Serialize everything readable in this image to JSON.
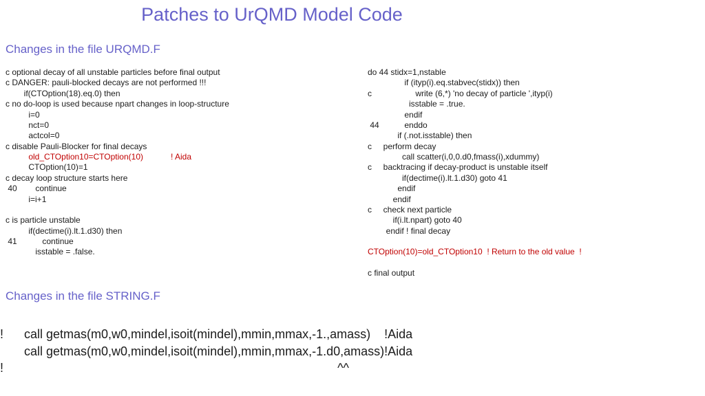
{
  "colors": {
    "accent": "#6661c9",
    "code_text": "#1b1b1b",
    "highlight_red": "#c00000",
    "background": "#ffffff"
  },
  "title": "Patches to UrQMD Model Code",
  "section_urqmd": {
    "heading": "Changes in the file URQMD.F"
  },
  "section_string": {
    "heading": "Changes in the file STRING.F"
  },
  "code_left": [
    {
      "t": "c optional decay of all unstable particles before final output"
    },
    {
      "t": "c DANGER: pauli-blocked decays are not performed !!!"
    },
    {
      "t": "        if(CTOption(18).eq.0) then"
    },
    {
      "t": "c no do-loop is used because npart changes in loop-structure"
    },
    {
      "t": "          i=0"
    },
    {
      "t": "          nct=0"
    },
    {
      "t": "          actcol=0"
    },
    {
      "t": "c disable Pauli-Blocker for final decays"
    },
    {
      "t": "          old_CTOption10=CTOption(10)            ! Aida",
      "red": true
    },
    {
      "t": "          CTOption(10)=1"
    },
    {
      "t": "c decay loop structure starts here"
    },
    {
      "t": " 40        continue"
    },
    {
      "t": "          i=i+1"
    },
    {
      "t": ""
    },
    {
      "t": "c is particle unstable"
    },
    {
      "t": "          if(dectime(i).lt.1.d30) then"
    },
    {
      "t": " 41           continue"
    },
    {
      "t": "             isstable = .false."
    }
  ],
  "code_right": [
    {
      "t": "do 44 stidx=1,nstable"
    },
    {
      "t": "                if (ityp(i).eq.stabvec(stidx)) then"
    },
    {
      "t": "c                   write (6,*) 'no decay of particle ',ityp(i)"
    },
    {
      "t": "                  isstable = .true."
    },
    {
      "t": "                endif"
    },
    {
      "t": " 44           enddo"
    },
    {
      "t": "             if (.not.isstable) then"
    },
    {
      "t": "c     perform decay"
    },
    {
      "t": "               call scatter(i,0,0.d0,fmass(i),xdummy)"
    },
    {
      "t": "c     backtracing if decay-product is unstable itself"
    },
    {
      "t": "               if(dectime(i).lt.1.d30) goto 41"
    },
    {
      "t": "             endif"
    },
    {
      "t": "           endif"
    },
    {
      "t": "c     check next particle"
    },
    {
      "t": "           if(i.lt.npart) goto 40"
    },
    {
      "t": "        endif ! final decay"
    },
    {
      "t": ""
    },
    {
      "t": "CTOption(10)=old_CTOption10  ! Return to the old value  !",
      "red": true
    },
    {
      "t": ""
    },
    {
      "t": "c final output"
    }
  ],
  "string_code": [
    {
      "t": "!      call getmas(m0,w0,mindel,isoit(mindel),mmin,mmax,-1.,amass)    !Aida"
    },
    {
      "t": "       call getmas(m0,w0,mindel,isoit(mindel),mmin,mmax,-1.d0,amass)!Aida"
    },
    {
      "t": "!                                                                                                 ^^"
    }
  ]
}
